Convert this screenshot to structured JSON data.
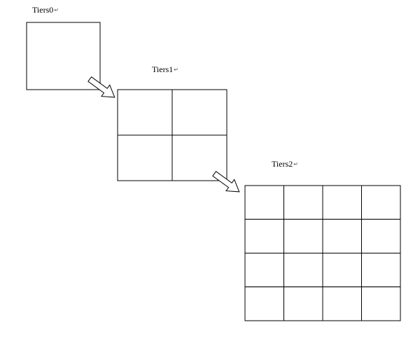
{
  "tiers": [
    {
      "label": "Tiers0",
      "rows": 1,
      "cols": 1
    },
    {
      "label": "Tiers1",
      "rows": 2,
      "cols": 2
    },
    {
      "label": "Tiers2",
      "rows": 4,
      "cols": 4
    }
  ],
  "return_mark": "↵",
  "colors": {
    "stroke": "#000000",
    "fill": "#ffffff",
    "return_mark": "#555555"
  }
}
